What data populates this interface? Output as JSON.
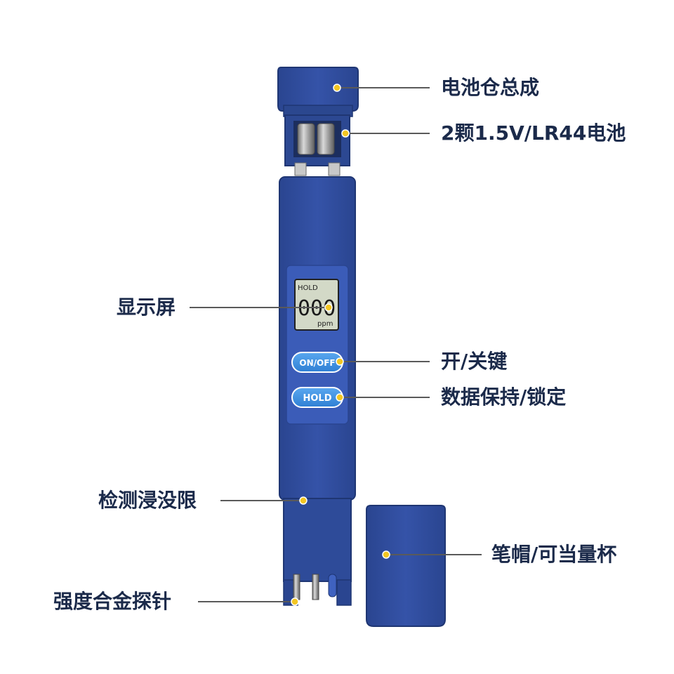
{
  "device": {
    "display": {
      "hold_indicator": "HOLD",
      "reading": "000",
      "unit": "ppm"
    },
    "buttons": {
      "on_off": "ON/OFF",
      "hold": "HOLD"
    }
  },
  "callouts": {
    "battery_compartment": "电池仓总成",
    "batteries": "2颗1.5V/LR44电池",
    "display_screen": "显示屏",
    "power_key": "开/关键",
    "hold_key": "数据保持/锁定",
    "immersion_limit": "检测浸没限",
    "cap": "笔帽/可当量杯",
    "probe": "强度合金探针"
  },
  "colors": {
    "body": "#2f4d9e",
    "body_dark": "#243d82",
    "panel": "#3a5bb4",
    "lcd": "#d2d8c6",
    "button": "#3d8fe0",
    "leader_line": "#5a5a5a",
    "leader_dot": "#f3c623",
    "label_text": "#1b2a4a"
  }
}
